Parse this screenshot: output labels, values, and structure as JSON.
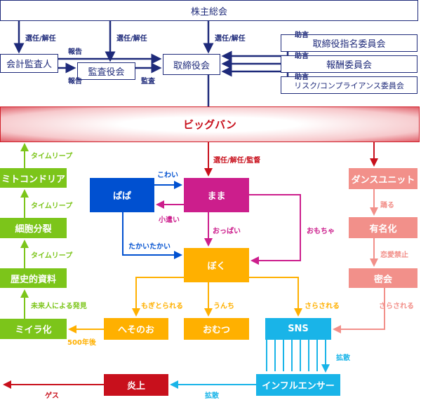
{
  "governance": {
    "shareholders": "株主総会",
    "auditor": "会計監査人",
    "audit_board": "監査役会",
    "board": "取締役会",
    "nomination": "取締役指名委員会",
    "compensation": "報酬委員会",
    "risk": "リスク/コンプライアンス委員会",
    "labels": {
      "appoint1": "選任/解任",
      "appoint2": "選任/解任",
      "appoint3": "選任/解任",
      "report1": "報告",
      "report2": "報告",
      "audit": "監査",
      "advice1": "助言",
      "advice2": "助言",
      "advice3": "助言"
    }
  },
  "bigbang": "ビッグバン",
  "family": {
    "papa": "ぱぱ",
    "mama": "まま",
    "boku": "ぼく",
    "hesonoo": "へそのお",
    "omutsu": "おむつ",
    "sns": "SNS",
    "influencer": "インフルエンサー",
    "enjo": "炎上",
    "labels": {
      "appoint_supervise": "選任/解任/監督",
      "kowai": "こわい",
      "kozukai": "小遣い",
      "oppai": "おっぱい",
      "omocha": "おもちゃ",
      "takai": "たかいたかい",
      "mogi": "もぎとられる",
      "unchi": "うんち",
      "sarasareru": "さらされる",
      "kakusan1": "拡散",
      "kakusan2": "拡散",
      "gesu": "ゲス",
      "years": "500年後"
    }
  },
  "left": {
    "mito": "ミトコンドリア",
    "cell": "細胞分裂",
    "history": "歴史的資料",
    "mummy": "ミイラ化",
    "labels": {
      "leap1": "タイムリープ",
      "leap2": "タイムリープ",
      "leap3": "タイムリープ",
      "discover": "未来人による発見"
    }
  },
  "right": {
    "dance": "ダンスユニット",
    "famous": "有名化",
    "secret": "密会",
    "labels": {
      "odoru": "踊る",
      "ban": "恋愛禁止",
      "sarasareru": "さらされる"
    }
  },
  "colors": {
    "navy": "#1e2a7a",
    "red": "#c8101c",
    "blue": "#0050d0",
    "magenta": "#cc1e8c",
    "orange": "#ffb000",
    "cyan": "#19b4e8",
    "green": "#7cc51a",
    "salmon": "#f2908a"
  }
}
